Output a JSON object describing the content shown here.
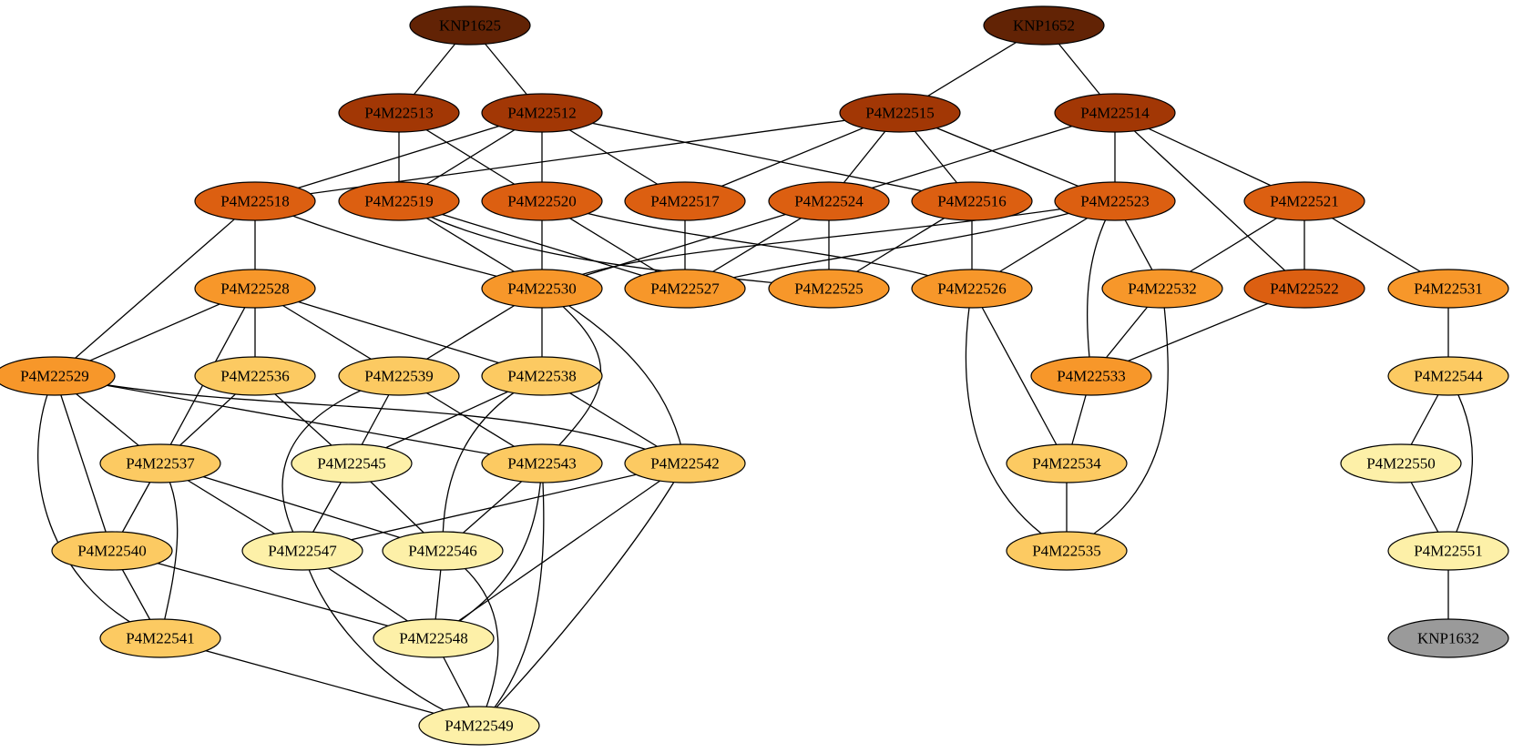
{
  "palette": {
    "level0": "#622305",
    "level1": "#a23705",
    "level2": "#dc5f11",
    "level3": "#f7972a",
    "level4": "#fcca62",
    "level5": "#fdf0a8",
    "other": "#9a9a9a"
  },
  "nodes": [
    {
      "id": "KNP1625",
      "label": "KNP1625",
      "level": "level0"
    },
    {
      "id": "KNP1652",
      "label": "KNP1652",
      "level": "level0"
    },
    {
      "id": "P4M22513",
      "label": "P4M22513",
      "level": "level1"
    },
    {
      "id": "P4M22512",
      "label": "P4M22512",
      "level": "level1"
    },
    {
      "id": "P4M22515",
      "label": "P4M22515",
      "level": "level1"
    },
    {
      "id": "P4M22514",
      "label": "P4M22514",
      "level": "level1"
    },
    {
      "id": "P4M22518",
      "label": "P4M22518",
      "level": "level2"
    },
    {
      "id": "P4M22519",
      "label": "P4M22519",
      "level": "level2"
    },
    {
      "id": "P4M22520",
      "label": "P4M22520",
      "level": "level2"
    },
    {
      "id": "P4M22517",
      "label": "P4M22517",
      "level": "level2"
    },
    {
      "id": "P4M22524",
      "label": "P4M22524",
      "level": "level2"
    },
    {
      "id": "P4M22516",
      "label": "P4M22516",
      "level": "level2"
    },
    {
      "id": "P4M22523",
      "label": "P4M22523",
      "level": "level2"
    },
    {
      "id": "P4M22521",
      "label": "P4M22521",
      "level": "level2"
    },
    {
      "id": "P4M22528",
      "label": "P4M22528",
      "level": "level3"
    },
    {
      "id": "P4M22530",
      "label": "P4M22530",
      "level": "level3"
    },
    {
      "id": "P4M22527",
      "label": "P4M22527",
      "level": "level3"
    },
    {
      "id": "P4M22525",
      "label": "P4M22525",
      "level": "level3"
    },
    {
      "id": "P4M22526",
      "label": "P4M22526",
      "level": "level3"
    },
    {
      "id": "P4M22532",
      "label": "P4M22532",
      "level": "level3"
    },
    {
      "id": "P4M22522",
      "label": "P4M22522",
      "level": "level2"
    },
    {
      "id": "P4M22531",
      "label": "P4M22531",
      "level": "level3"
    },
    {
      "id": "P4M22529",
      "label": "P4M22529",
      "level": "level3"
    },
    {
      "id": "P4M22536",
      "label": "P4M22536",
      "level": "level4"
    },
    {
      "id": "P4M22539",
      "label": "P4M22539",
      "level": "level4"
    },
    {
      "id": "P4M22538",
      "label": "P4M22538",
      "level": "level4"
    },
    {
      "id": "P4M22533",
      "label": "P4M22533",
      "level": "level3"
    },
    {
      "id": "P4M22544",
      "label": "P4M22544",
      "level": "level4"
    },
    {
      "id": "P4M22537",
      "label": "P4M22537",
      "level": "level4"
    },
    {
      "id": "P4M22545",
      "label": "P4M22545",
      "level": "level5"
    },
    {
      "id": "P4M22543",
      "label": "P4M22543",
      "level": "level4"
    },
    {
      "id": "P4M22542",
      "label": "P4M22542",
      "level": "level4"
    },
    {
      "id": "P4M22534",
      "label": "P4M22534",
      "level": "level4"
    },
    {
      "id": "P4M22550",
      "label": "P4M22550",
      "level": "level5"
    },
    {
      "id": "P4M22540",
      "label": "P4M22540",
      "level": "level4"
    },
    {
      "id": "P4M22547",
      "label": "P4M22547",
      "level": "level5"
    },
    {
      "id": "P4M22546",
      "label": "P4M22546",
      "level": "level5"
    },
    {
      "id": "P4M22535",
      "label": "P4M22535",
      "level": "level4"
    },
    {
      "id": "P4M22551",
      "label": "P4M22551",
      "level": "level5"
    },
    {
      "id": "P4M22541",
      "label": "P4M22541",
      "level": "level4"
    },
    {
      "id": "P4M22548",
      "label": "P4M22548",
      "level": "level5"
    },
    {
      "id": "KNP1632",
      "label": "KNP1632",
      "level": "other"
    },
    {
      "id": "P4M22549",
      "label": "P4M22549",
      "level": "level5"
    }
  ],
  "edges": [
    [
      "KNP1625",
      "P4M22513"
    ],
    [
      "KNP1625",
      "P4M22512"
    ],
    [
      "KNP1652",
      "P4M22515"
    ],
    [
      "KNP1652",
      "P4M22514"
    ],
    [
      "P4M22513",
      "P4M22519"
    ],
    [
      "P4M22513",
      "P4M22520"
    ],
    [
      "P4M22512",
      "P4M22518"
    ],
    [
      "P4M22512",
      "P4M22519"
    ],
    [
      "P4M22512",
      "P4M22520"
    ],
    [
      "P4M22512",
      "P4M22517"
    ],
    [
      "P4M22512",
      "P4M22516"
    ],
    [
      "P4M22515",
      "P4M22518"
    ],
    [
      "P4M22515",
      "P4M22517"
    ],
    [
      "P4M22515",
      "P4M22524"
    ],
    [
      "P4M22515",
      "P4M22516"
    ],
    [
      "P4M22515",
      "P4M22523"
    ],
    [
      "P4M22514",
      "P4M22524"
    ],
    [
      "P4M22514",
      "P4M22523"
    ],
    [
      "P4M22514",
      "P4M22521"
    ],
    [
      "P4M22514",
      "P4M22522"
    ],
    [
      "P4M22518",
      "P4M22528"
    ],
    [
      "P4M22518",
      "P4M22530"
    ],
    [
      "P4M22518",
      "P4M22529"
    ],
    [
      "P4M22519",
      "P4M22530"
    ],
    [
      "P4M22519",
      "P4M22527"
    ],
    [
      "P4M22519",
      "P4M22525"
    ],
    [
      "P4M22520",
      "P4M22530"
    ],
    [
      "P4M22520",
      "P4M22527"
    ],
    [
      "P4M22520",
      "P4M22526"
    ],
    [
      "P4M22517",
      "P4M22527"
    ],
    [
      "P4M22524",
      "P4M22530"
    ],
    [
      "P4M22524",
      "P4M22527"
    ],
    [
      "P4M22524",
      "P4M22525"
    ],
    [
      "P4M22516",
      "P4M22525"
    ],
    [
      "P4M22516",
      "P4M22526"
    ],
    [
      "P4M22523",
      "P4M22530"
    ],
    [
      "P4M22523",
      "P4M22527"
    ],
    [
      "P4M22523",
      "P4M22526"
    ],
    [
      "P4M22523",
      "P4M22532"
    ],
    [
      "P4M22523",
      "P4M22533"
    ],
    [
      "P4M22521",
      "P4M22532"
    ],
    [
      "P4M22521",
      "P4M22522"
    ],
    [
      "P4M22521",
      "P4M22531"
    ],
    [
      "P4M22528",
      "P4M22529"
    ],
    [
      "P4M22528",
      "P4M22536"
    ],
    [
      "P4M22528",
      "P4M22539"
    ],
    [
      "P4M22528",
      "P4M22538"
    ],
    [
      "P4M22528",
      "P4M22537"
    ],
    [
      "P4M22530",
      "P4M22539"
    ],
    [
      "P4M22530",
      "P4M22538"
    ],
    [
      "P4M22530",
      "P4M22543"
    ],
    [
      "P4M22530",
      "P4M22542"
    ],
    [
      "P4M22526",
      "P4M22534"
    ],
    [
      "P4M22526",
      "P4M22535"
    ],
    [
      "P4M22532",
      "P4M22533"
    ],
    [
      "P4M22532",
      "P4M22535"
    ],
    [
      "P4M22522",
      "P4M22533"
    ],
    [
      "P4M22531",
      "P4M22544"
    ],
    [
      "P4M22529",
      "P4M22537"
    ],
    [
      "P4M22529",
      "P4M22543"
    ],
    [
      "P4M22529",
      "P4M22542"
    ],
    [
      "P4M22529",
      "P4M22540"
    ],
    [
      "P4M22529",
      "P4M22541"
    ],
    [
      "P4M22536",
      "P4M22537"
    ],
    [
      "P4M22536",
      "P4M22545"
    ],
    [
      "P4M22539",
      "P4M22545"
    ],
    [
      "P4M22539",
      "P4M22543"
    ],
    [
      "P4M22539",
      "P4M22547"
    ],
    [
      "P4M22538",
      "P4M22545"
    ],
    [
      "P4M22538",
      "P4M22542"
    ],
    [
      "P4M22538",
      "P4M22546"
    ],
    [
      "P4M22533",
      "P4M22534"
    ],
    [
      "P4M22544",
      "P4M22550"
    ],
    [
      "P4M22544",
      "P4M22551"
    ],
    [
      "P4M22537",
      "P4M22540"
    ],
    [
      "P4M22537",
      "P4M22547"
    ],
    [
      "P4M22537",
      "P4M22546"
    ],
    [
      "P4M22537",
      "P4M22541"
    ],
    [
      "P4M22545",
      "P4M22547"
    ],
    [
      "P4M22545",
      "P4M22546"
    ],
    [
      "P4M22543",
      "P4M22546"
    ],
    [
      "P4M22543",
      "P4M22548"
    ],
    [
      "P4M22543",
      "P4M22549"
    ],
    [
      "P4M22542",
      "P4M22547"
    ],
    [
      "P4M22542",
      "P4M22548"
    ],
    [
      "P4M22542",
      "P4M22549"
    ],
    [
      "P4M22534",
      "P4M22535"
    ],
    [
      "P4M22550",
      "P4M22551"
    ],
    [
      "P4M22540",
      "P4M22541"
    ],
    [
      "P4M22540",
      "P4M22548"
    ],
    [
      "P4M22547",
      "P4M22548"
    ],
    [
      "P4M22547",
      "P4M22549"
    ],
    [
      "P4M22546",
      "P4M22548"
    ],
    [
      "P4M22546",
      "P4M22549"
    ],
    [
      "P4M22551",
      "KNP1632"
    ],
    [
      "P4M22541",
      "P4M22549"
    ],
    [
      "P4M22548",
      "P4M22549"
    ]
  ]
}
